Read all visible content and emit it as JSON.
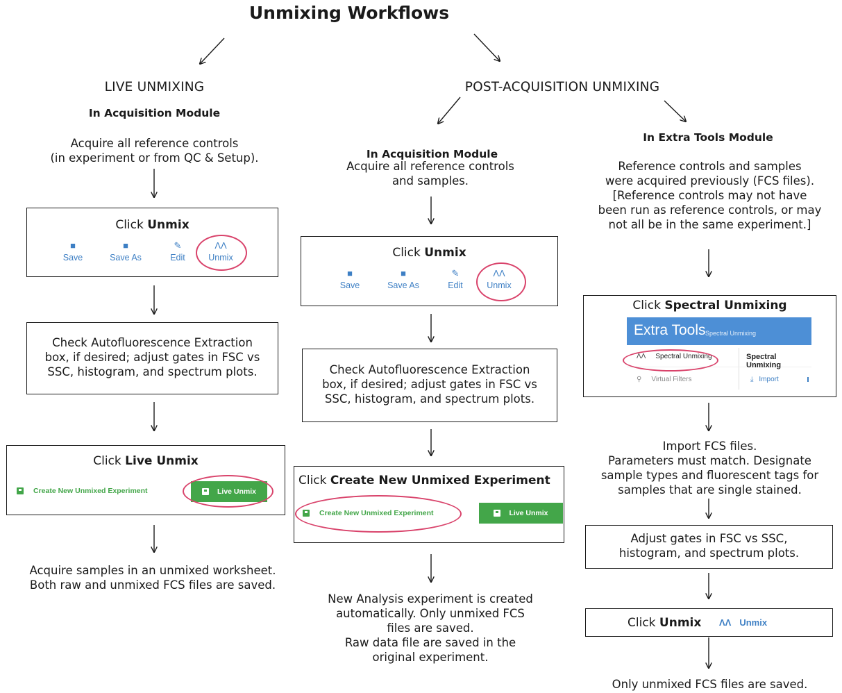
{
  "title": "Unmixing Workflows",
  "live": {
    "heading": "LIVE UNMIXING",
    "module": "In Acquisition Module",
    "step1": [
      "Acquire all reference controls",
      "(in experiment or from QC & Setup)."
    ],
    "box1": {
      "prefix": "Click ",
      "bold": "Unmix"
    },
    "toolbar": {
      "save": "Save",
      "save_as": "Save As",
      "edit": "Edit",
      "unmix": "Unmix"
    },
    "step2": [
      "Check Autofluorescence Extraction",
      "box, if desired; adjust gates in FSC vs",
      "SSC, histogram, and spectrum plots."
    ],
    "box3": {
      "prefix": "Click ",
      "bold": "Live Unmix"
    },
    "create_link": "Create New Unmixed Experiment",
    "live_button": "Live Unmix",
    "step4": [
      "Acquire samples in an unmixed worksheet.",
      "Both raw and unmixed FCS files are saved."
    ]
  },
  "post": {
    "heading": "POST-ACQUISITION UNMIXING",
    "acq": {
      "module": "In Acquisition Module",
      "step1": [
        "Acquire all reference controls",
        "and samples."
      ],
      "box1": {
        "prefix": "Click ",
        "bold": "Unmix"
      },
      "toolbar": {
        "save": "Save",
        "save_as": "Save As",
        "edit": "Edit",
        "unmix": "Unmix"
      },
      "step2": [
        "Check Autofluorescence Extraction",
        "box, if desired; adjust gates in FSC vs",
        "SSC, histogram, and spectrum plots."
      ],
      "box3": {
        "prefix": "Click ",
        "bold": "Create New Unmixed Experiment"
      },
      "create_link": "Create New Unmixed Experiment",
      "live_button": "Live Unmix",
      "step4": [
        "New Analysis experiment is created",
        "automatically. Only unmixed FCS",
        "files are saved.",
        "Raw data file are saved in the",
        "original experiment."
      ]
    },
    "extra": {
      "module": "In Extra Tools Module",
      "step1": [
        "Reference controls and samples",
        "were acquired previously (FCS files).",
        "[Reference controls may not have",
        "been run as reference controls, or may",
        "not all be in the same experiment.]"
      ],
      "box1": {
        "prefix": "Click ",
        "bold": "Spectral Unmixing"
      },
      "screenshot": {
        "app_title": "Extra Tools",
        "app_subtitle": "Spectral Unmixing",
        "item1": "Spectral Unmixing",
        "item2": "Virtual Filters",
        "panel_header": "Spectral Unmixing",
        "import": "Import"
      },
      "step2": [
        "Import FCS files.",
        "Parameters must match. Designate",
        "sample types and fluorescent tags for",
        "samples that are single stained."
      ],
      "box2": [
        "Adjust gates in FSC vs SSC,",
        "histogram, and spectrum plots."
      ],
      "box3": {
        "prefix": "Click ",
        "bold": "Unmix",
        "button": "Unmix"
      },
      "step4": [
        "Only unmixed FCS files are saved."
      ]
    }
  },
  "colors": {
    "accent_blue": "#3d7fc4",
    "green": "#43a649",
    "highlight_ring": "#d9436b",
    "header_blue": "#4d8fd6"
  }
}
